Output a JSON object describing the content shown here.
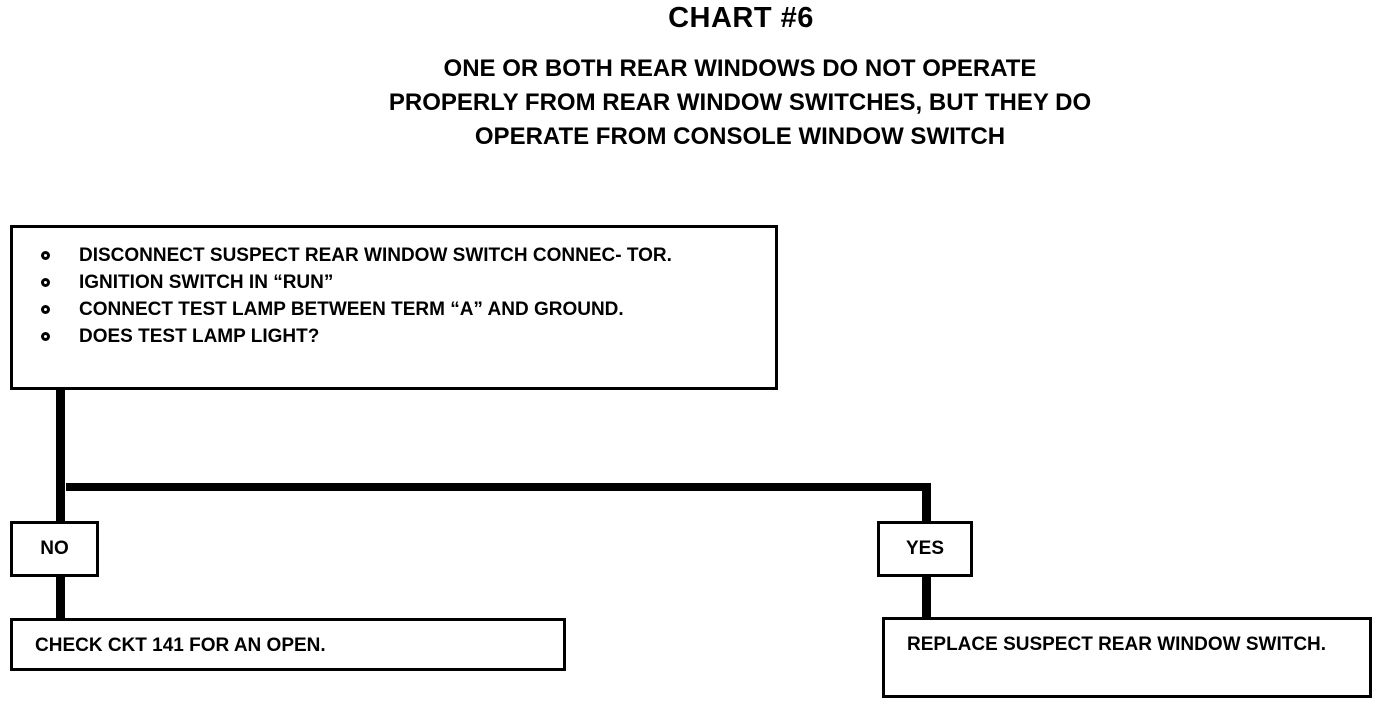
{
  "header": {
    "title": "CHART #6",
    "subtitle_lines": [
      "ONE OR BOTH REAR WINDOWS DO NOT OPERATE",
      "PROPERLY FROM REAR WINDOW SWITCHES, BUT THEY DO",
      "OPERATE FROM CONSOLE WINDOW SWITCH"
    ]
  },
  "step": {
    "items": [
      "DISCONNECT SUSPECT REAR WINDOW SWITCH CONNEC- TOR.",
      "IGNITION SWITCH IN “RUN”",
      "CONNECT TEST LAMP BETWEEN TERM “A” AND GROUND.",
      "DOES TEST LAMP LIGHT?"
    ]
  },
  "branches": {
    "no": {
      "label": "NO",
      "result": "CHECK CKT 141 FOR AN OPEN."
    },
    "yes": {
      "label": "YES",
      "result": "REPLACE SUSPECT REAR WINDOW SWITCH."
    }
  }
}
